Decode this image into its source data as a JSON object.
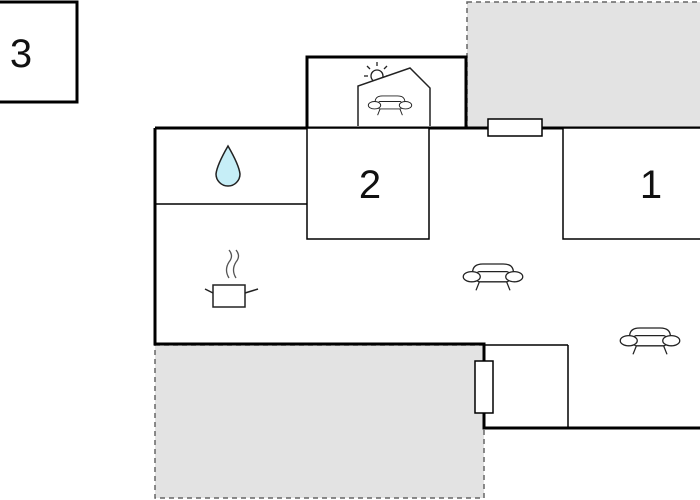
{
  "floor_plan": {
    "rooms": [
      {
        "label": "3"
      },
      {
        "label": "2"
      },
      {
        "label": "1"
      }
    ],
    "icons": {
      "bath": "water-drop-icon",
      "kitchen": "cooking-pot-icon",
      "living": "sofa-icon",
      "sunroom": "sun-house-icon"
    },
    "colors": {
      "wall": "#000000",
      "outdoor_area": "#e3e3e3",
      "water": "#c6eef7"
    }
  }
}
